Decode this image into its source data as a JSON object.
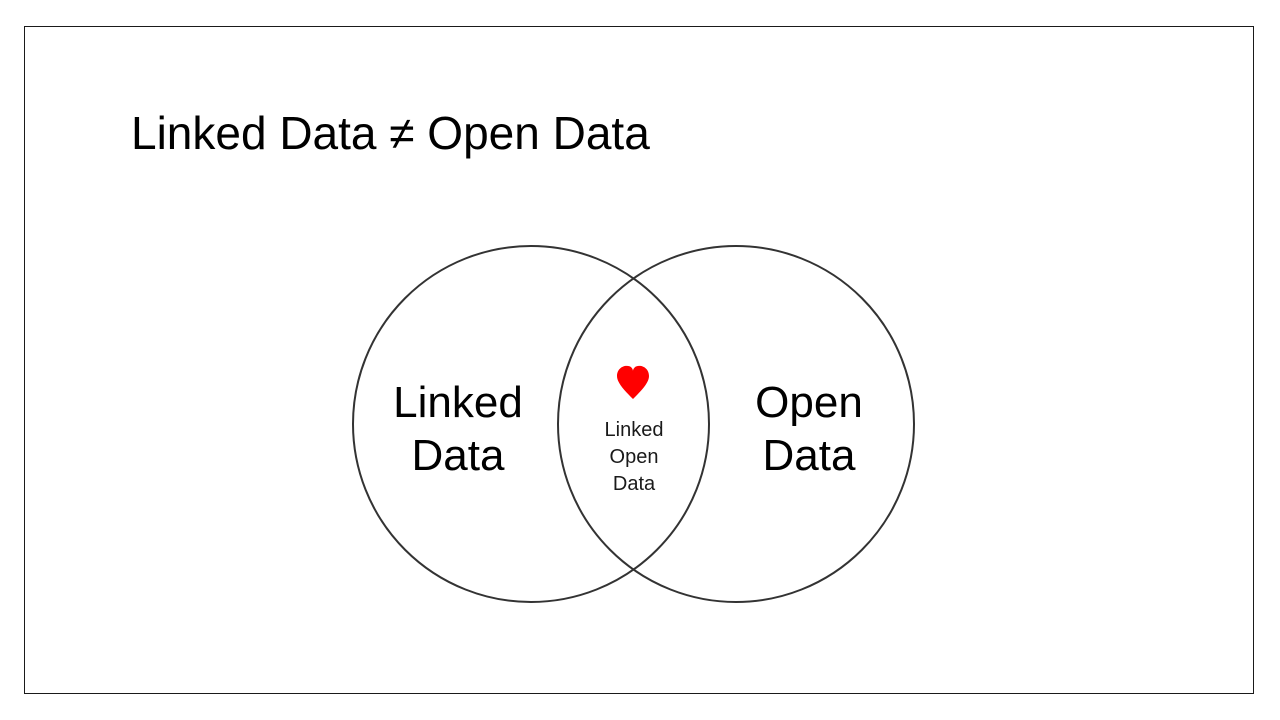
{
  "slide": {
    "title": "Linked Data ≠ Open Data"
  },
  "venn": {
    "left_set": {
      "line1": "Linked",
      "line2": "Data"
    },
    "right_set": {
      "line1": "Open",
      "line2": "Data"
    },
    "intersection": {
      "line1": "Linked",
      "line2": "Open",
      "line3": "Data"
    },
    "intersection_icon": "heart-icon",
    "colors": {
      "outline": "#333333",
      "heart": "#ff0000"
    }
  }
}
